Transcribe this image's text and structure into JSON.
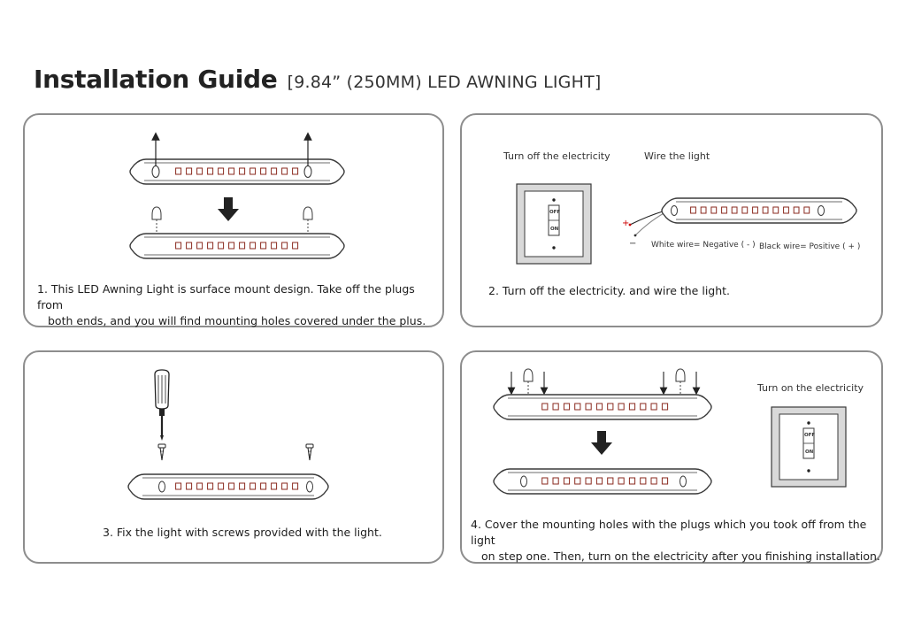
{
  "header": {
    "title": "Installation Guide",
    "subtitle": "[9.84” (250MM) LED AWNING LIGHT]"
  },
  "steps": [
    {
      "caption_line1": "1. This LED Awning Light is surface mount design. Take off the plugs from",
      "caption_line2": "both ends, and you will find mounting holes covered under the plus."
    },
    {
      "caption_line1": "2. Turn off the electricity. and wire the light.",
      "label_turn_off": "Turn off the electricity",
      "label_wire": "Wire the light",
      "switch_off": "OFF",
      "switch_on": "ON",
      "wire_plus": "+",
      "wire_minus": "−",
      "white_wire": "White wire= Negative ( - )",
      "black_wire": "Black wire= Positive ( + )"
    },
    {
      "caption_line1": "3. Fix the light with screws provided with the light."
    },
    {
      "caption_line1": "4. Cover the mounting holes with the plugs which you took off from the light",
      "caption_line2": "on step one. Then, turn on the electricity after you finishing installation.",
      "label_turn_on": "Turn on the electricity",
      "switch_off": "OFF",
      "switch_on": "ON"
    }
  ],
  "colors": {
    "outline": "#3a3a3a",
    "led": "#8a2a1f",
    "panel_border": "#8d8d8d",
    "plate": "#d7d7d7"
  }
}
